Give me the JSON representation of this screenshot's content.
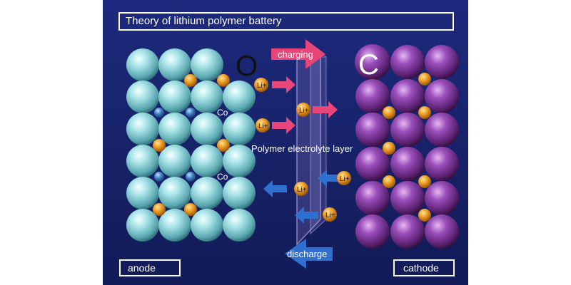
{
  "title": "Theory of lithium polymer battery",
  "labels": {
    "charging": "charging",
    "discharge": "discharge",
    "electrolyte": "Polymer electrolyte layer",
    "anode": "anode",
    "cathode": "cathode",
    "anode_letter": "O",
    "cathode_letter": "C",
    "ion": "Li+",
    "cobalt": "Co"
  },
  "colors": {
    "background": "#1a267a",
    "anode_sphere": "#8fd3d8",
    "cathode_sphere": "#7b3a9a",
    "lithium_ion": "#e8951c",
    "cobalt_atom": "#3f7fc4",
    "charge_arrow": "#e8457a",
    "discharge_arrow": "#2f6fd0"
  }
}
